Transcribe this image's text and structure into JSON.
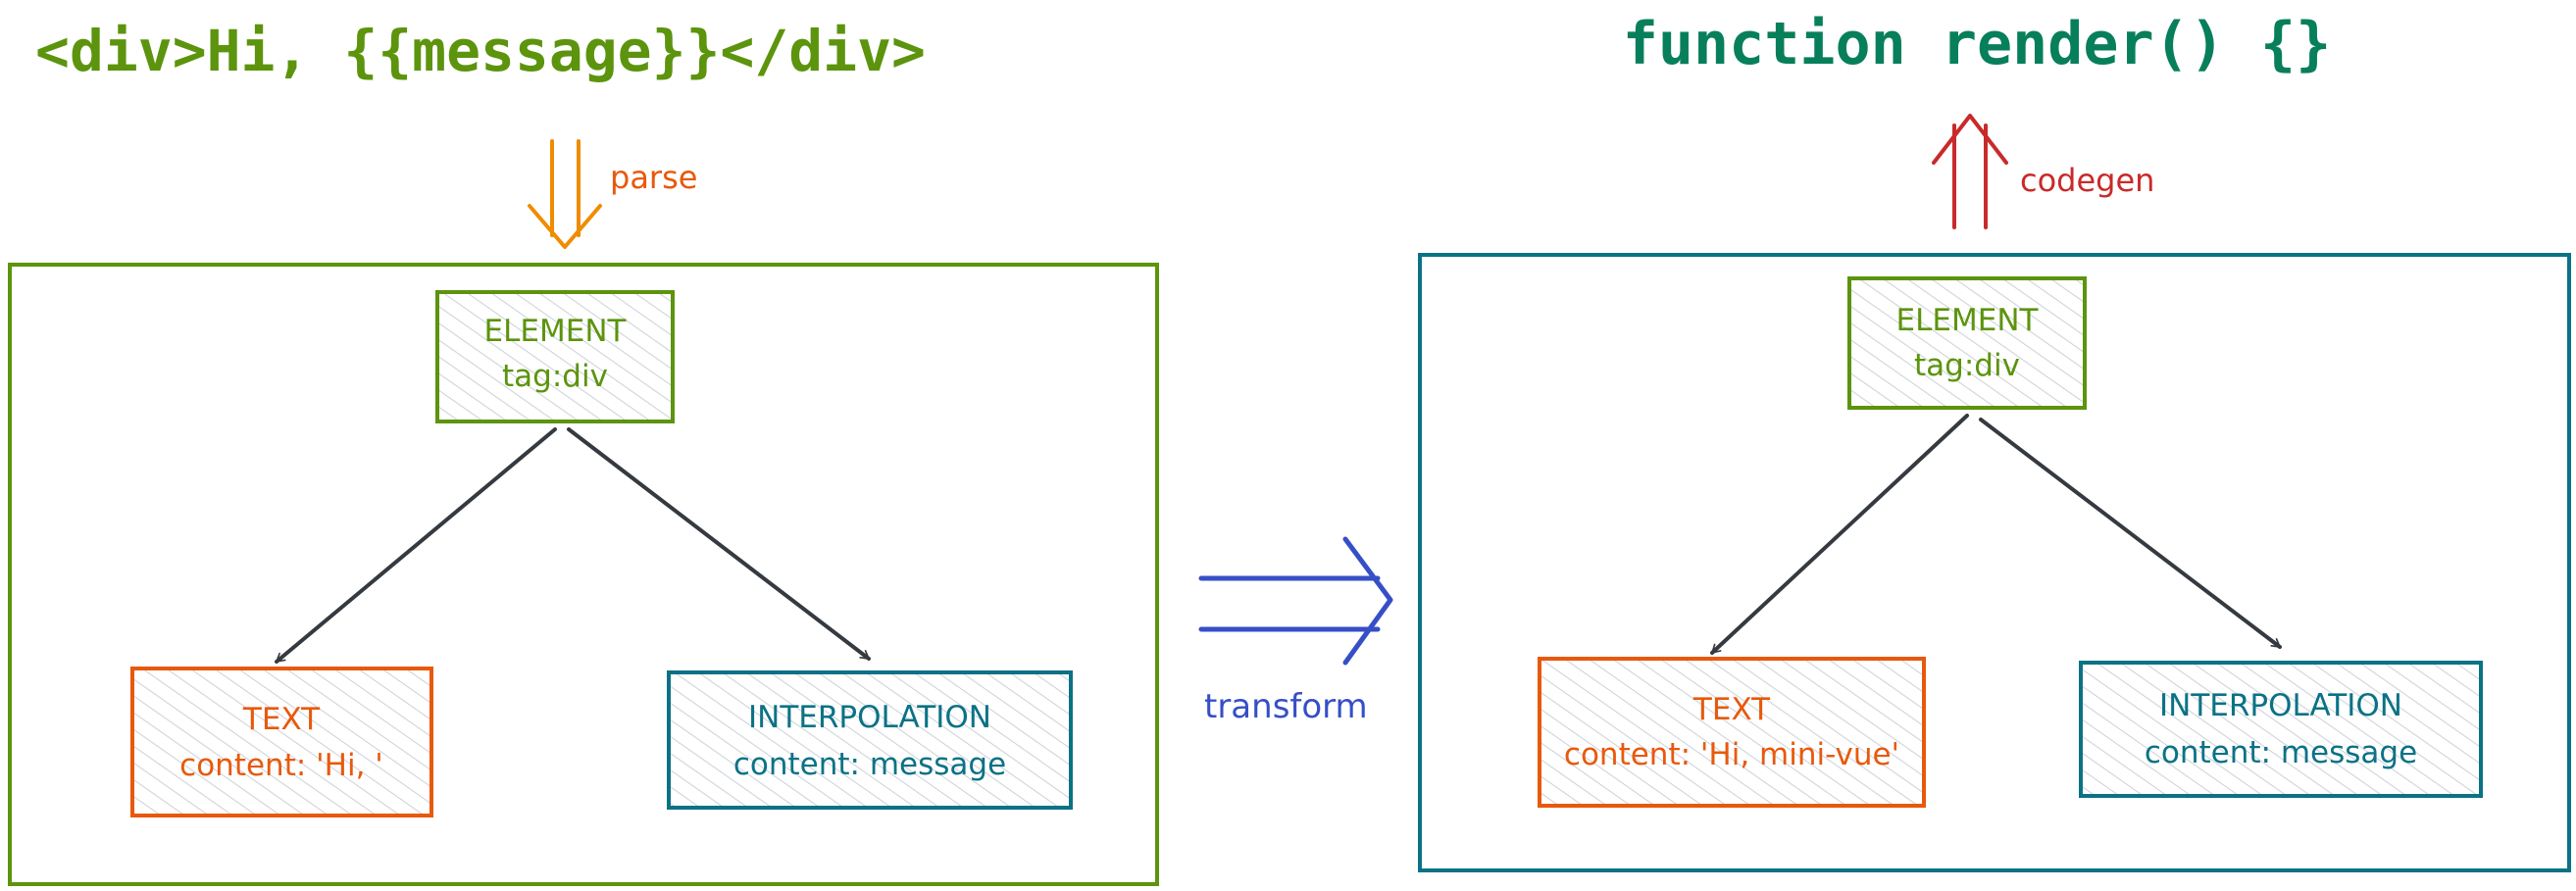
{
  "source_code": "<div>Hi, {{message}}</div>",
  "output_code": "function render() {}",
  "steps": {
    "parse": "parse",
    "transform": "transform",
    "codegen": "codegen"
  },
  "left_tree": {
    "root": {
      "type": "ELEMENT",
      "detail": "tag:div"
    },
    "children": [
      {
        "type": "TEXT",
        "detail": "content: 'Hi, '"
      },
      {
        "type": "INTERPOLATION",
        "detail": "content: message"
      }
    ]
  },
  "right_tree": {
    "root": {
      "type": "ELEMENT",
      "detail": "tag:div"
    },
    "children": [
      {
        "type": "TEXT",
        "detail": "content: 'Hi, mini-vue'"
      },
      {
        "type": "INTERPOLATION",
        "detail": "content: message"
      }
    ]
  },
  "colors": {
    "green": "#5c940d",
    "teal": "#0b7285",
    "title_green": "#087f5b",
    "orange": "#e8590c",
    "arrow_orange": "#f08c00",
    "red": "#c92a2a",
    "blue": "#364fc7",
    "dark": "#343a40",
    "hatch": "#ced4da"
  }
}
